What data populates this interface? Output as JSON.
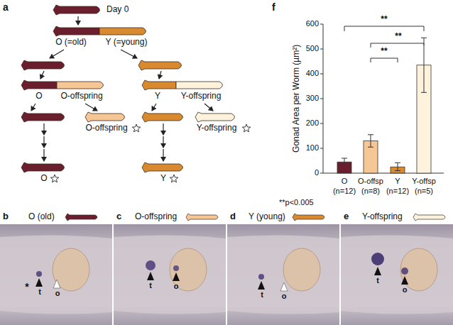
{
  "diagram": {
    "labels": [
      "a",
      "Day 0",
      "O (=old)",
      "Y (=young)",
      "O",
      "O-offspring",
      "Y",
      "Y-offspring",
      "O-offspring",
      "Y-offspring",
      "O",
      "Y",
      "f",
      "Gonad Area per Worm (µm²)",
      "600",
      "500",
      "400",
      "300",
      "200",
      "100",
      "0",
      "O",
      "(n=12)",
      "O-offsp",
      "(n=8)",
      "Y",
      "(n=12)",
      "Y-offsp",
      "(n=5)",
      "**",
      "**",
      "**",
      "**p<0.005",
      "b",
      "O (old)",
      "c",
      "O-offspring",
      "d",
      "Y (young)",
      "e",
      "Y-offspring",
      "t",
      "*",
      "o",
      "t",
      "o",
      "t",
      "o",
      "t",
      "o"
    ]
  }
}
